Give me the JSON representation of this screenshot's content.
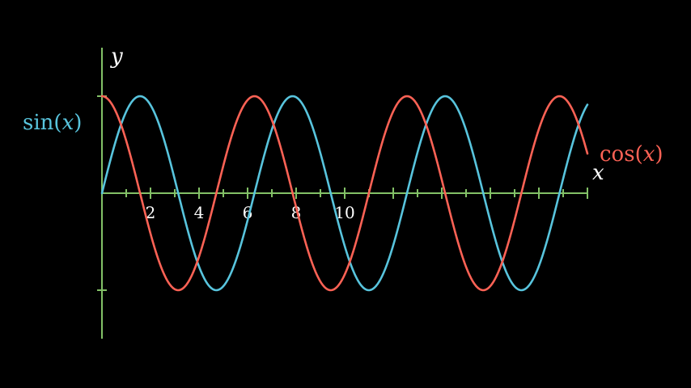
{
  "chart_data": {
    "type": "line",
    "xlabel": "x",
    "ylabel": "y",
    "xlim": [
      0,
      20
    ],
    "ylim": [
      -1.5,
      1.5
    ],
    "x_tick_labels": [
      "2",
      "4",
      "6",
      "8",
      "10"
    ],
    "x_tick_values": [
      2,
      4,
      6,
      8,
      10
    ],
    "grid": false,
    "legend": "none",
    "series": [
      {
        "name": "sin(x)",
        "label_text": "sin",
        "label_var": "x",
        "function": "sin",
        "color": "#58C4DD",
        "domain": [
          0,
          20
        ],
        "x": [
          0,
          1.5708,
          3.1416,
          4.7124,
          6.2832,
          7.854,
          9.4248,
          10.9956,
          12.5664,
          14.1372,
          15.708,
          17.2788,
          18.8496,
          20
        ],
        "y": [
          0,
          1,
          0,
          -1,
          0,
          1,
          0,
          -1,
          0,
          1,
          0,
          -1,
          0,
          0.913
        ]
      },
      {
        "name": "cos(x)",
        "label_text": "cos",
        "label_var": "x",
        "function": "cos",
        "color": "#FC6255",
        "domain": [
          0,
          20
        ],
        "x": [
          0,
          1.5708,
          3.1416,
          4.7124,
          6.2832,
          7.854,
          9.4248,
          10.9956,
          12.5664,
          14.1372,
          15.708,
          17.2788,
          18.8496,
          20
        ],
        "y": [
          1,
          0,
          -1,
          0,
          1,
          0,
          -1,
          0,
          1,
          0,
          -1,
          0,
          1,
          0.408
        ]
      }
    ],
    "axis_color": "#83C167"
  }
}
